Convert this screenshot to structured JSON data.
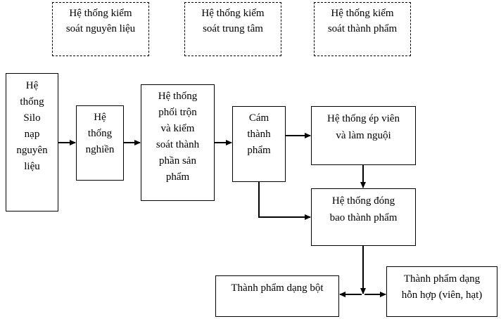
{
  "control_boxes": {
    "raw_material": [
      "Hệ thống kiểm",
      "soát nguyên liệu"
    ],
    "central": [
      "Hệ thống kiểm",
      "soát trung tâm"
    ],
    "finished_product": [
      "Hệ thống kiểm",
      "soát thành phẩm"
    ]
  },
  "process_boxes": {
    "silo": [
      "Hệ",
      "thống",
      "Silo",
      "nạp",
      "nguyên",
      "liệu"
    ],
    "grinding": [
      "Hệ",
      "thống",
      "nghiền"
    ],
    "mixing": [
      "Hệ thống",
      "phối trộn",
      "và kiểm",
      "soát thành",
      "phần sản",
      "phẩm"
    ],
    "feed_product": [
      "Cám",
      "thành",
      "phẩm"
    ],
    "pelleting": [
      "Hệ thống ép viên",
      "và làm nguội"
    ],
    "bagging": [
      "Hệ thống đóng",
      "bao thành phẩm"
    ],
    "powder_product": [
      "Thành phẩm dạng bột"
    ],
    "mixed_product": [
      "Thành phẩm dạng",
      "hỗn hợp (viên, hạt)"
    ]
  },
  "colors": {
    "line": "#000000",
    "background": "#ffffff"
  }
}
